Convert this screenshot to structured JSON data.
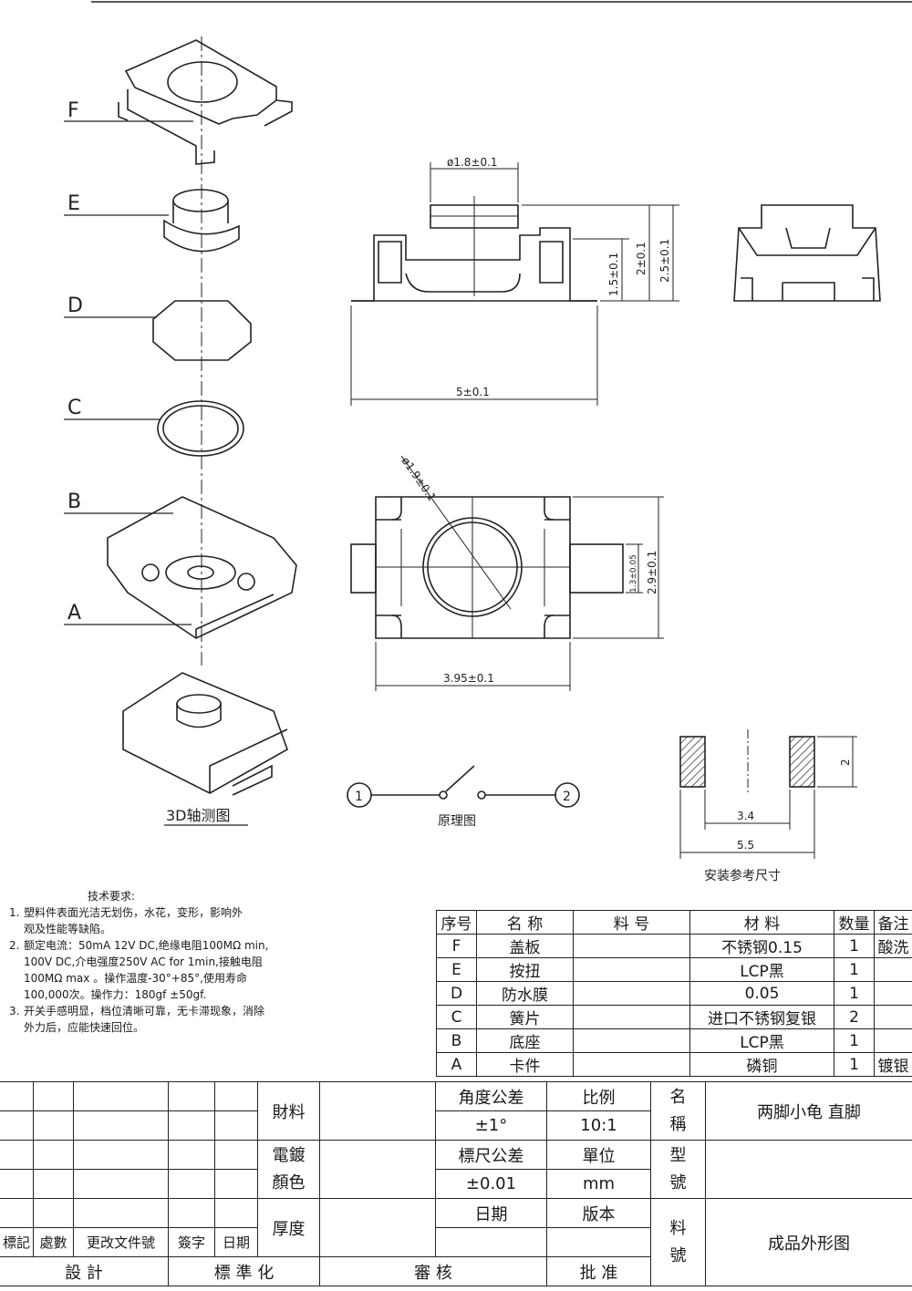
{
  "exploded": {
    "labels": [
      "F",
      "E",
      "D",
      "C",
      "B",
      "A"
    ],
    "caption": "3D轴测图"
  },
  "dimensions": {
    "top_view": {
      "cap_dia": "ø1.8±0.1",
      "h1": "1.5±0.1",
      "h2": "2±0.1",
      "h3": "2.5±0.1",
      "width": "5±0.1"
    },
    "plan_view": {
      "circle_dia": "ø1.9±0.1",
      "inner_h": "1.3±0.05",
      "height": "2.9±0.1",
      "length": "3.95±0.1"
    },
    "footprint": {
      "pad_h": "2",
      "inner": "3.4",
      "outer": "5.5",
      "caption": "安装参考尺寸"
    },
    "schematic": {
      "pin1": "1",
      "pin2": "2",
      "caption": "原理图"
    }
  },
  "tech_requirements": {
    "title": "技术要求:",
    "items": [
      {
        "num": "1.",
        "text": "塑料件表面光洁无划伤，水花，变形，影响外\n观及性能等缺陷。"
      },
      {
        "num": "2.",
        "text": "额定电流：50mA 12V DC,绝缘电阻100MΩ min,\n100V DC,介电强度250V AC for 1min,接触电阻\n100MΩ max 。操作温度-30°+85°,使用寿命\n100,000次。操作力：180gf ±50gf."
      },
      {
        "num": "3.",
        "text": "开关手感明显，档位清晰可靠，无卡滞现象，消除\n外力后，应能快速回位。"
      }
    ]
  },
  "bom": {
    "headers": {
      "seq": "序号",
      "name": "名 称",
      "part_no": "料 号",
      "material": "材 料",
      "qty": "数量",
      "remark": "备注"
    },
    "rows": [
      {
        "seq": "F",
        "name": "盖板",
        "part_no": "",
        "material": "不锈钢0.15",
        "qty": "1",
        "remark": "酸洗"
      },
      {
        "seq": "E",
        "name": "按扭",
        "part_no": "",
        "material": "LCP黑",
        "qty": "1",
        "remark": ""
      },
      {
        "seq": "D",
        "name": "防水膜",
        "part_no": "",
        "material": "0.05",
        "qty": "1",
        "remark": ""
      },
      {
        "seq": "C",
        "name": "簧片",
        "part_no": "",
        "material": "进口不锈钢复银",
        "qty": "2",
        "remark": ""
      },
      {
        "seq": "B",
        "name": "底座",
        "part_no": "",
        "material": "LCP黑",
        "qty": "1",
        "remark": ""
      },
      {
        "seq": "A",
        "name": "卡件",
        "part_no": "",
        "material": "磷铜",
        "qty": "1",
        "remark": "镀银"
      }
    ]
  },
  "title_block": {
    "rev_headers": {
      "mark": "標記",
      "count": "處數",
      "doc": "更改文件號",
      "sign": "簽字",
      "date": "日期"
    },
    "material_label": "財料",
    "plating_label": "電鍍\n顏色",
    "thickness_label": "厚度",
    "angle_tol_label": "角度公差",
    "angle_tol_value": "±1°",
    "scale_label": "比例",
    "scale_value": "10:1",
    "linear_tol_label": "標尺公差",
    "linear_tol_value": "±0.01",
    "unit_label": "單位",
    "unit_value": "mm",
    "date_label": "日期",
    "version_label": "版本",
    "name_label": "名\n稱",
    "name_value": "两脚小龟 直脚",
    "model_label": "型\n號",
    "model_value": "",
    "partno_label": "料\n號",
    "partno_value": "成品外形图",
    "signoffs": {
      "design": "設 計",
      "standard": "標 準 化",
      "review": "審 核",
      "approve": "批 准"
    }
  }
}
